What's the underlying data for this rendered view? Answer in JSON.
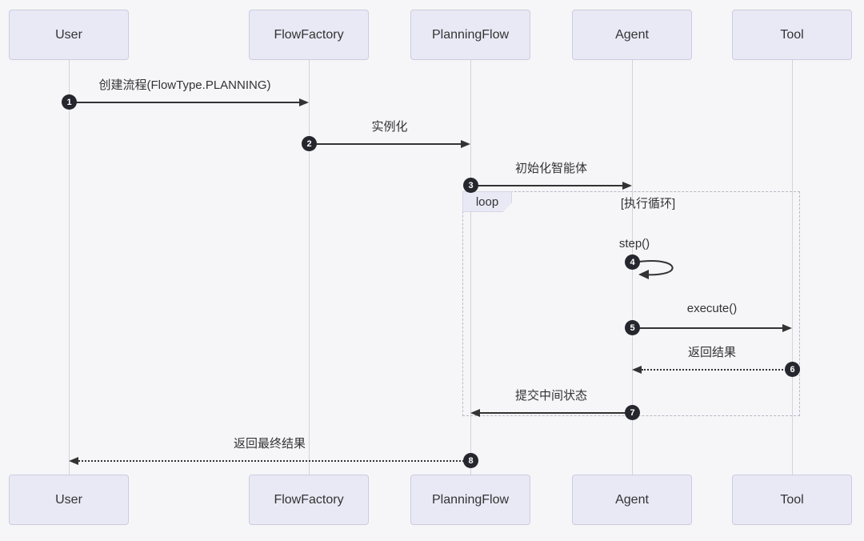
{
  "diagram": {
    "type": "sequence",
    "participants": [
      {
        "name": "User"
      },
      {
        "name": "FlowFactory"
      },
      {
        "name": "PlanningFlow"
      },
      {
        "name": "Agent"
      },
      {
        "name": "Tool"
      }
    ],
    "messages": [
      {
        "num": "1",
        "label": "创建流程(FlowType.PLANNING)",
        "from": "User",
        "to": "FlowFactory",
        "line": "solid"
      },
      {
        "num": "2",
        "label": "实例化",
        "from": "FlowFactory",
        "to": "PlanningFlow",
        "line": "solid"
      },
      {
        "num": "3",
        "label": "初始化智能体",
        "from": "PlanningFlow",
        "to": "Agent",
        "line": "solid"
      },
      {
        "num": "4",
        "label": "step()",
        "from": "Agent",
        "to": "Agent",
        "line": "self"
      },
      {
        "num": "5",
        "label": "execute()",
        "from": "Agent",
        "to": "Tool",
        "line": "solid"
      },
      {
        "num": "6",
        "label": "返回结果",
        "from": "Tool",
        "to": "Agent",
        "line": "dashed"
      },
      {
        "num": "7",
        "label": "提交中间状态",
        "from": "Agent",
        "to": "PlanningFlow",
        "line": "solid"
      },
      {
        "num": "8",
        "label": "返回最终结果",
        "from": "PlanningFlow",
        "to": "User",
        "line": "dashed"
      }
    ],
    "loop": {
      "label": "loop",
      "guard": "[执行循环]"
    },
    "colors": {
      "background": "#f6f6f8",
      "participant_fill": "#e9e9f6",
      "participant_border": "#cbcbe0",
      "lifeline": "#d2d2de",
      "arrow": "#333333",
      "badge_bg": "#26262e",
      "badge_text": "#ffffff",
      "loop_border": "#b8b8c6"
    }
  }
}
